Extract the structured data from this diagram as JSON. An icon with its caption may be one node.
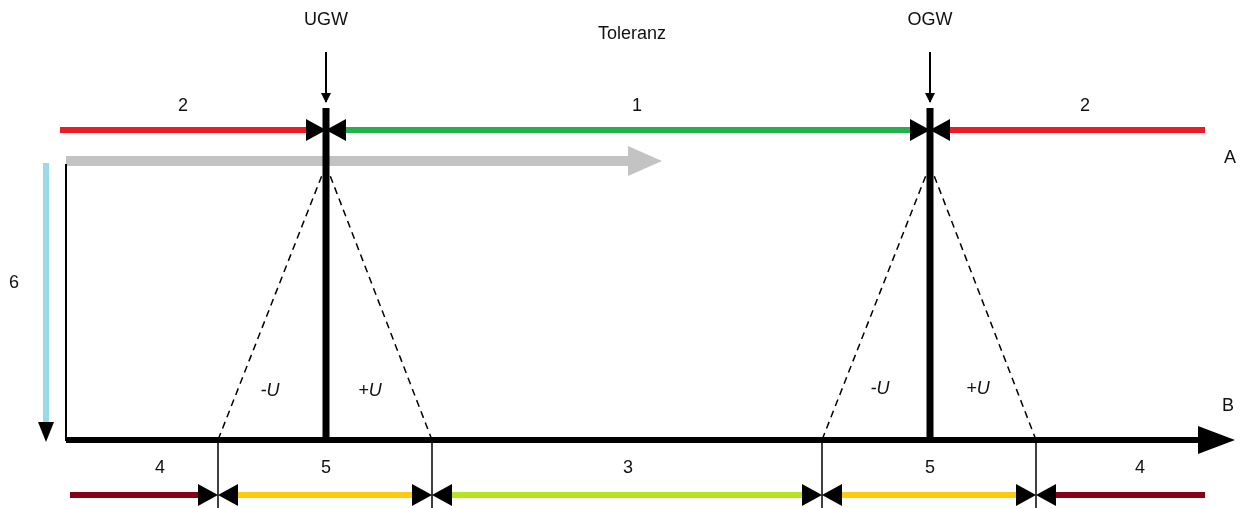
{
  "diagram": {
    "nodes": [
      {
        "text": [
          "UGW"
        ]
      },
      {
        "text": [
          "OGW"
        ]
      }
    ],
    "edges": [
      {
        "from": 0,
        "to": null,
        "arrow": "to"
      },
      {
        "from": 1,
        "to": null,
        "arrow": "to"
      }
    ],
    "labels": [
      "Toleranz",
      "2",
      "1",
      "2",
      "A",
      "6",
      "-U",
      "+U",
      "-U",
      "+U",
      "B",
      "4",
      "5",
      "3",
      "5",
      "4"
    ]
  }
}
